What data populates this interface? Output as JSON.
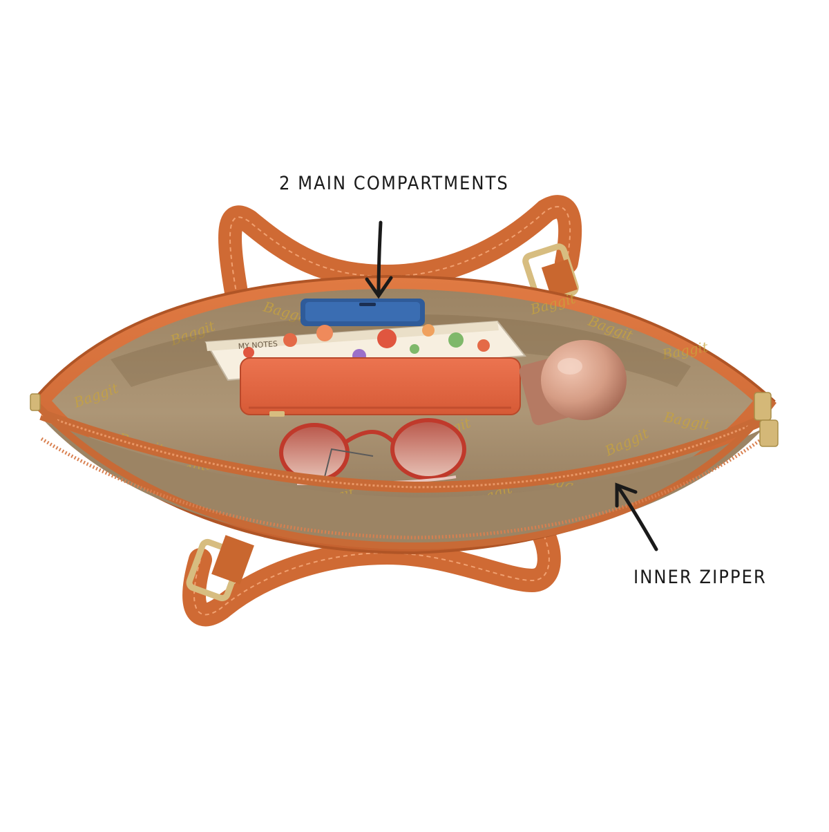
{
  "callouts": {
    "compartments": "2 MAIN COMPARTMENTS",
    "zipper": "INNER ZIPPER"
  },
  "lining_brand_text": "Baggit",
  "notebook_text": "MY NOTES",
  "colors": {
    "background": "#ffffff",
    "leather": "#d9703a",
    "leather_dark": "#b8582a",
    "lining": "#a38b6b",
    "lining_print": "#c9a43c",
    "pouch": "#e2673f",
    "bottle": "#d9a38c",
    "buckle": "#d4b878",
    "callout_ink": "#1a1a1a"
  }
}
